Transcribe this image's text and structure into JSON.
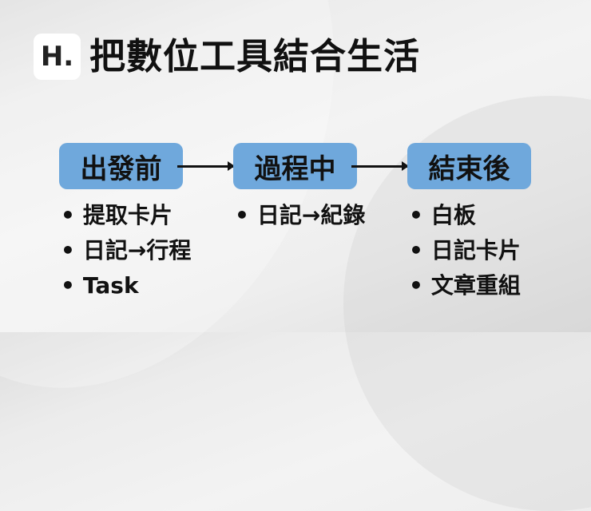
{
  "header": {
    "logo": "H.",
    "title": "把數位工具結合生活"
  },
  "stages": [
    {
      "label": "出發前",
      "items": [
        "提取卡片",
        "日記→行程",
        "Task"
      ]
    },
    {
      "label": "過程中",
      "items": [
        "日記→紀錄"
      ]
    },
    {
      "label": "結束後",
      "items": [
        "白板",
        "日記卡片",
        "文章重組"
      ]
    }
  ],
  "colors": {
    "box": "#6fa8dc",
    "text": "#111111"
  }
}
